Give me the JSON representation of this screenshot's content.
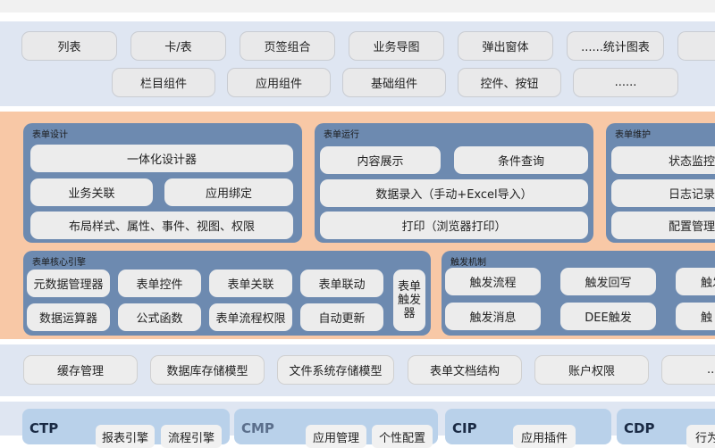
{
  "ui_layer": {
    "row1": [
      "列表",
      "卡/表",
      "页签组合",
      "业务导图",
      "弹出窗体",
      "......统计图表"
    ],
    "row2": [
      "栏目组件",
      "应用组件",
      "基础组件",
      "控件、按钮",
      "......"
    ]
  },
  "form_design": {
    "title": "表单设计",
    "designer": "一体化设计器",
    "business_link": "业务关联",
    "app_binding": "应用绑定",
    "layout": "布局样式、属性、事件、视图、权限"
  },
  "form_run": {
    "title": "表单运行",
    "content_display": "内容展示",
    "condition_query": "条件查询",
    "data_entry": "数据录入（手动+Excel导入）",
    "print": "打印（浏览器打印）"
  },
  "form_maint": {
    "title": "表单维护",
    "items": [
      "状态监控",
      "日志记录",
      "配置管理"
    ]
  },
  "form_engine": {
    "title": "表单核心引擎",
    "row1": [
      "元数据管理器",
      "表单控件",
      "表单关联",
      "表单联动"
    ],
    "row2": [
      "数据运算器",
      "公式函数",
      "表单流程权限",
      "自动更新"
    ],
    "trigger": "表单触发器"
  },
  "trigger_mech": {
    "title": "触发机制",
    "row1": [
      "触发流程",
      "触发回写",
      "触发"
    ],
    "row2": [
      "触发消息",
      "DEE触发",
      "触"
    ]
  },
  "storage": {
    "items": [
      "缓存管理",
      "数据库存储模型",
      "文件系统存储模型",
      "表单文档结构",
      "账户权限",
      "..."
    ]
  },
  "platforms": [
    {
      "name": "CTP",
      "items": [
        "报表引擎",
        "流程引擎"
      ]
    },
    {
      "name": "CMP",
      "items": [
        "应用管理",
        "个性配置"
      ]
    },
    {
      "name": "CIP",
      "items": [
        "应用插件"
      ]
    },
    {
      "name": "CDP",
      "items": [
        "行为"
      ]
    }
  ],
  "colors": {
    "ui_band": "#dfe6f2",
    "middle_band": "#f8c8a6",
    "panel": "#6d8ab0",
    "storage_band": "#dfe6f2",
    "platform_band": "#dfe6f2",
    "platform_card": "#b9d1ea"
  }
}
